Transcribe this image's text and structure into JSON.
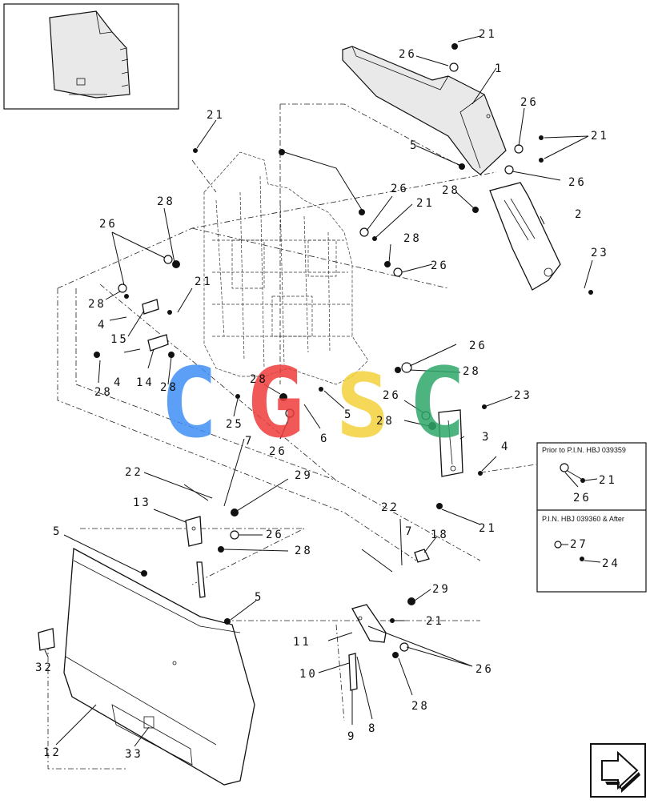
{
  "diagram": {
    "watermark": [
      "C",
      "G",
      "S",
      "C"
    ],
    "watermark_colors": [
      "#3f8ff5",
      "#ef3b3b",
      "#f4d23a",
      "#2fa86b"
    ],
    "inset_box": {
      "upper_label": "Prior to P.I.N. HBJ 039359",
      "lower_label": "P.I.N. HBJ 039360 & After",
      "upper_callouts": [
        "21",
        "26"
      ],
      "lower_callouts": [
        "27",
        "24"
      ]
    },
    "callouts": [
      "21",
      "26",
      "1",
      "26",
      "21",
      "5",
      "26",
      "26",
      "21",
      "28",
      "2",
      "21",
      "28",
      "26",
      "23",
      "26",
      "28",
      "21",
      "28",
      "4",
      "15",
      "4",
      "14",
      "28",
      "28",
      "28",
      "25",
      "26",
      "6",
      "5",
      "26",
      "28",
      "23",
      "26",
      "28",
      "3",
      "4",
      "7",
      "22",
      "13",
      "29",
      "5",
      "26",
      "28",
      "22",
      "7",
      "18",
      "29",
      "5",
      "21",
      "11",
      "26",
      "10",
      "28",
      "9",
      "8",
      "32",
      "12",
      "33",
      "21"
    ],
    "nav_icon": "next-page-arrow-icon"
  }
}
